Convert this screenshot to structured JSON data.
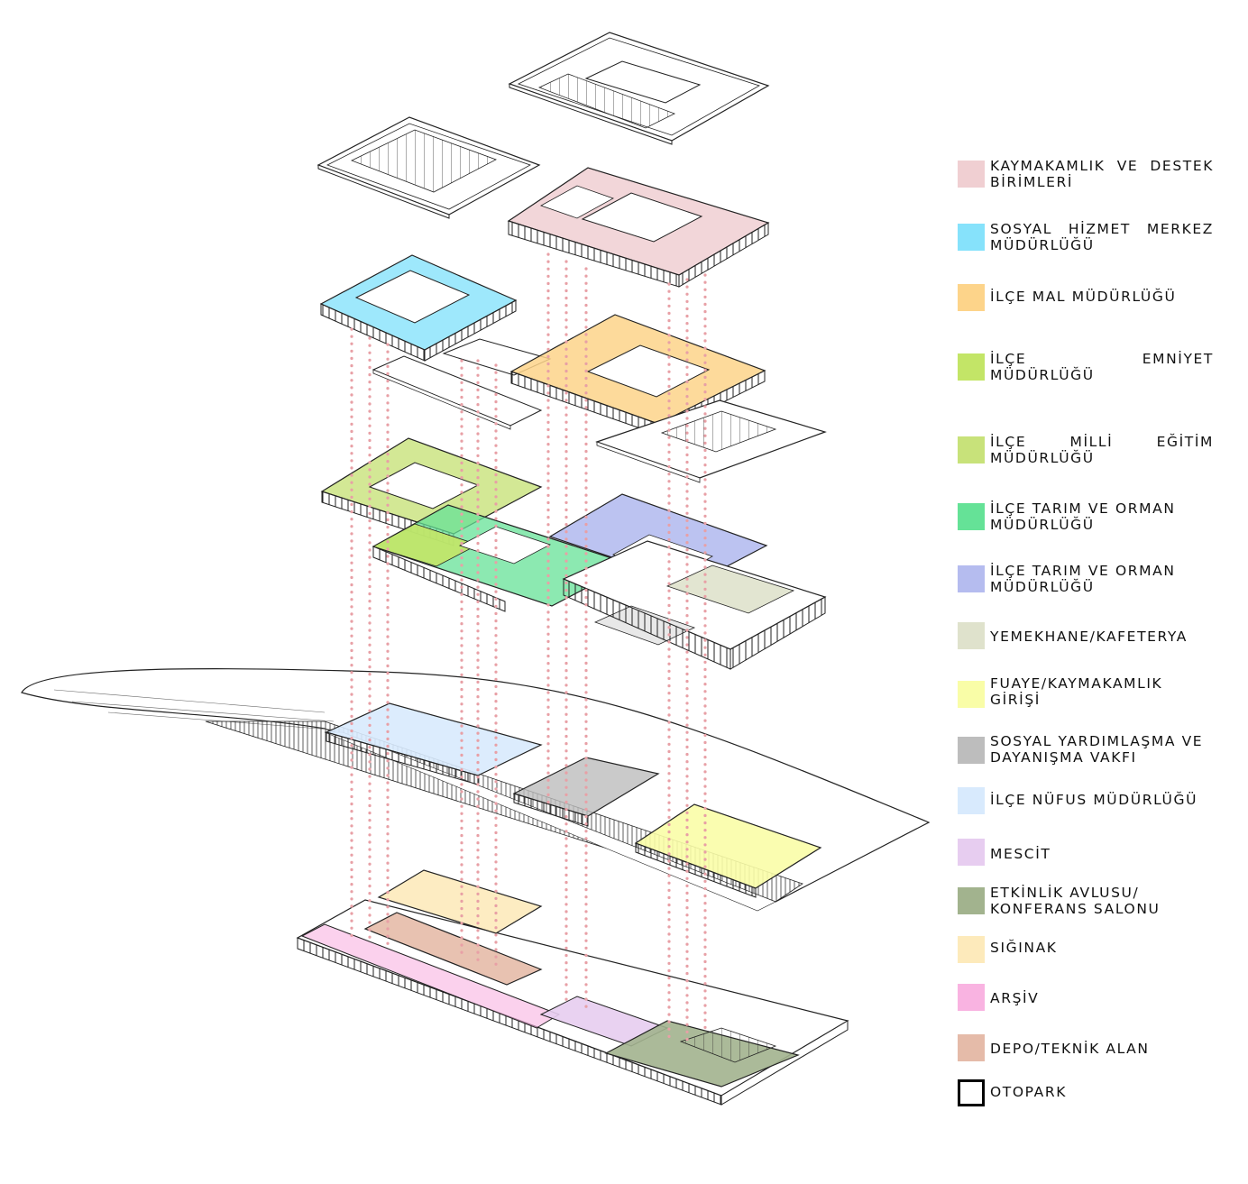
{
  "legend": {
    "items": [
      {
        "label": "KAYMAKAMLIK VE DESTEK BİRİMLERİ",
        "color": "#f0cfd2"
      },
      {
        "label": "SOSYAL HİZMET MERKEZ MÜDÜRLÜĞÜ",
        "color": "#86e2fb"
      },
      {
        "label": "İLÇE MAL MÜDÜRLÜĞÜ",
        "color": "#fdd48a"
      },
      {
        "label": "İLÇE EMNİYET MÜDÜRLÜĞÜ",
        "color": "#c3e567"
      },
      {
        "label": "İLÇE MİLLİ EĞİTİM MÜDÜRLÜĞÜ",
        "color": "#c8e27a"
      },
      {
        "label": "İLÇE TARIM VE ORMAN MÜDÜRLÜĞÜ",
        "color": "#65e297"
      },
      {
        "label": "İLÇE TARIM VE ORMAN MÜDÜRLÜĞÜ",
        "color": "#b5bcef"
      },
      {
        "label": "YEMEKHANE/KAFETERYA",
        "color": "#dfe2cc"
      },
      {
        "label": "FUAYE/KAYMAKAMLIK GİRİŞİ",
        "color": "#f9fda7"
      },
      {
        "label": "SOSYAL YARDIMLAŞMA VE DAYANIŞMA VAKFI",
        "color": "#bdbdbd"
      },
      {
        "label": "İLÇE NÜFUS MÜDÜRLÜĞÜ",
        "color": "#d8eafd"
      },
      {
        "label": "MESCİT",
        "color": "#e7cdf0"
      },
      {
        "label": "ETKİNLİK AVLUSU/ KONFERANS SALONU",
        "color": "#a2b38e"
      },
      {
        "label": "SIĞINAK",
        "color": "#fdeabb"
      },
      {
        "label": "ARŞİV",
        "color": "#f9b3e1"
      },
      {
        "label": "DEPO/TEKNİK ALAN",
        "color": "#e5bba9"
      },
      {
        "label": "OTOPARK",
        "color": "outline"
      }
    ]
  },
  "palette": {
    "line": "#222222",
    "connector": "#e8a0a6"
  }
}
